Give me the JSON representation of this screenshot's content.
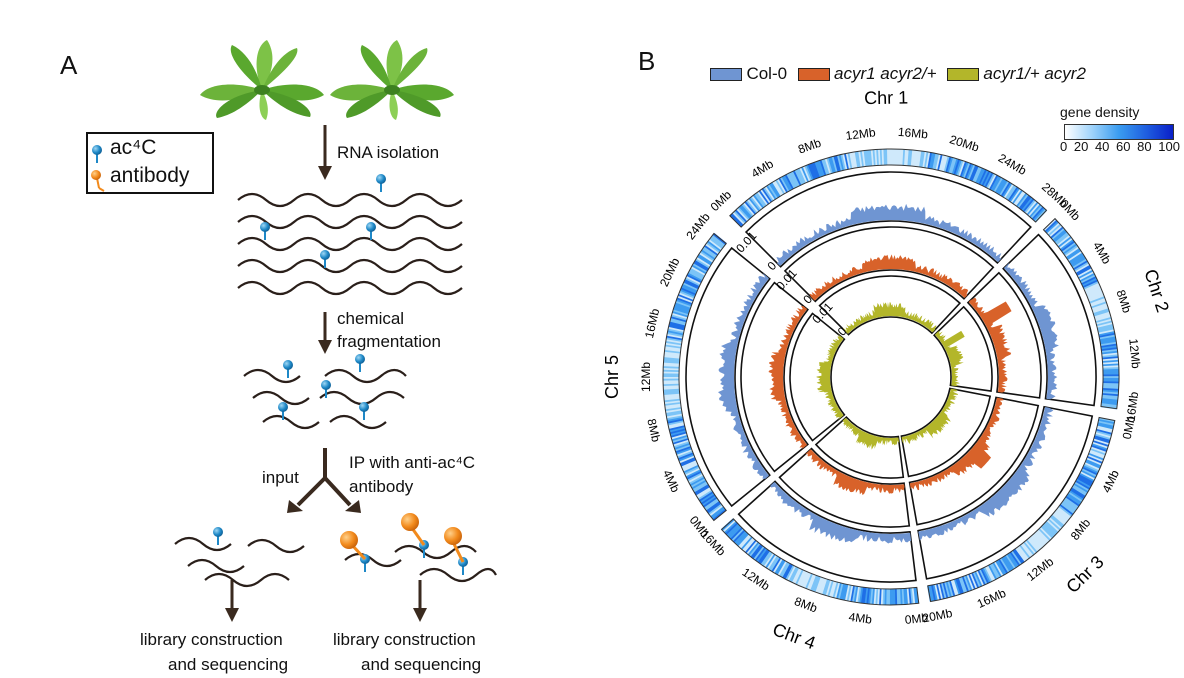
{
  "panelA": {
    "label": "A",
    "legend": {
      "ac4c": "ac⁴C",
      "antibody": "antibody"
    },
    "steps": {
      "rna": "RNA isolation",
      "chem1": "chemical",
      "chem2": "fragmentation",
      "input": "input",
      "ip1": "IP with anti-ac⁴C",
      "ip2": "antibody"
    },
    "final_left": {
      "line1": "library construction",
      "line2": "and sequencing"
    },
    "final_right": {
      "line1": "library construction",
      "line2": "and sequencing"
    },
    "colors": {
      "probe_blue": "#1e88c7",
      "antibody_orange": "#f28a1c",
      "leaf_green": "#5aa82e"
    }
  },
  "panelB": {
    "label": "B",
    "legend": [
      {
        "name": "Col-0",
        "color": "#6f95d2",
        "italic": false
      },
      {
        "name": "acyr1 acyr2/+",
        "color": "#d8622a",
        "italic": true
      },
      {
        "name": "acyr1/+ acyr2",
        "color": "#b3b62a",
        "italic": true
      }
    ],
    "gene_density": {
      "title": "gene density",
      "ticks": [
        "0",
        "20",
        "40",
        "60",
        "80",
        "100"
      ]
    },
    "chromosomes": [
      {
        "name": "Chr 1",
        "ticks": [
          "0Mb",
          "4Mb",
          "8Mb",
          "12Mb",
          "16Mb",
          "20Mb",
          "24Mb",
          "28Mb"
        ]
      },
      {
        "name": "Chr 2",
        "ticks": [
          "0Mb",
          "4Mb",
          "8Mb",
          "12Mb",
          "16Mb"
        ]
      },
      {
        "name": "Chr 3",
        "ticks": [
          "0Mb",
          "4Mb",
          "8Mb",
          "12Mb",
          "16Mb",
          "20Mb"
        ]
      },
      {
        "name": "Chr 4",
        "ticks": [
          "0Mb",
          "4Mb",
          "8Mb",
          "12Mb",
          "16Mb"
        ]
      },
      {
        "name": "Chr 5",
        "ticks": [
          "0Mb",
          "4Mb",
          "8Mb",
          "12Mb",
          "16Mb",
          "20Mb",
          "24Mb"
        ]
      }
    ],
    "scale_labels": [
      "0.01",
      "0",
      "0.01",
      "0",
      "0.01",
      "0"
    ]
  }
}
